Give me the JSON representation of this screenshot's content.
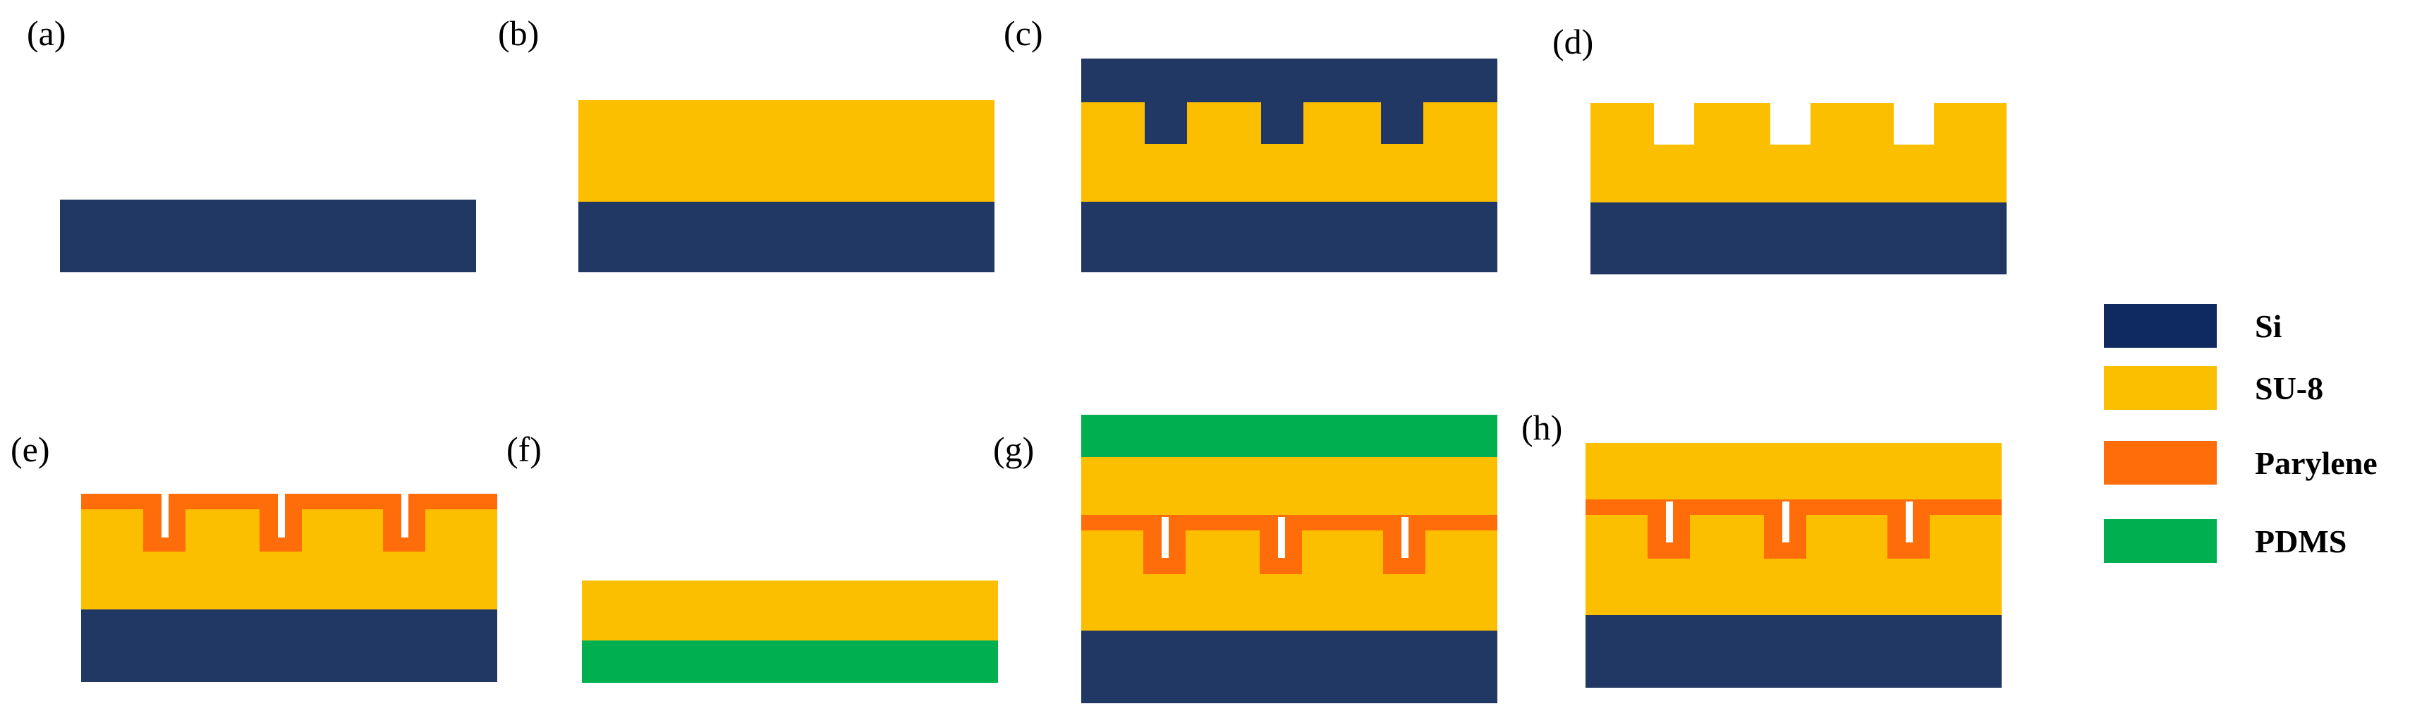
{
  "colors": {
    "si": "#223864",
    "si_legend": "#0e2a5e",
    "su8": "#fcbf00",
    "parylene": "#ff6d0a",
    "pdms": "#00b050",
    "background": "#ffffff"
  },
  "panels": {
    "a": "(a)",
    "b": "(b)",
    "c": "(c)",
    "d": "(d)",
    "e": "(e)",
    "f": "(f)",
    "g": "(g)",
    "h": "(h)"
  },
  "legend": {
    "si": "Si",
    "su8": "SU-8",
    "parylene": "Parylene",
    "pdms": "PDMS"
  }
}
